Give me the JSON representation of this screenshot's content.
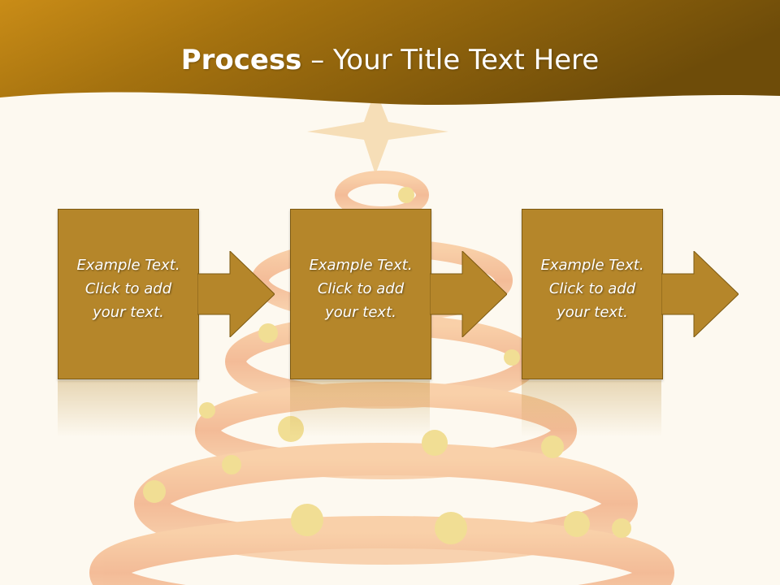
{
  "slide": {
    "title_bold": "Process",
    "title_rest": " – Your Title Text Here"
  },
  "steps": [
    {
      "text": "Example Text.\nClick  to add\nyour text."
    },
    {
      "text": "Example Text.\nClick  to add\nyour text."
    },
    {
      "text": "Example Text.\nClick  to add\nyour text."
    }
  ],
  "colors": {
    "banner_dark": "#6b4a08",
    "banner_light": "#c88d16",
    "box_fill": "#b5862a",
    "box_border": "#7d5a12",
    "background": "#fdf9f0"
  }
}
